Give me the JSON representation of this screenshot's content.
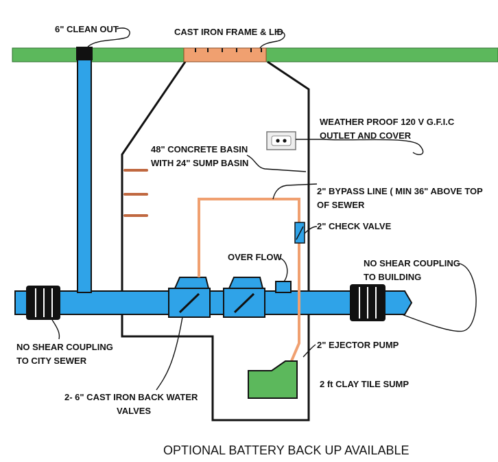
{
  "labels": {
    "clean_out": "6\" CLEAN OUT",
    "frame_lid": "CAST IRON FRAME & LID",
    "outlet_line1": "WEATHER PROOF 120 V G.F.I.C",
    "outlet_line2": "OUTLET AND COVER",
    "basin_line1": "48\" CONCRETE BASIN",
    "basin_line2": "WITH 24\" SUMP BASIN",
    "bypass_line1": "2\" BYPASS LINE ( MIN 36\" ABOVE TOP",
    "bypass_line2": "OF SEWER",
    "check_valve": "2\" CHECK VALVE",
    "overflow": "OVER FLOW",
    "coupling_building_line1": "NO SHEAR COUPLING",
    "coupling_building_line2": "TO BUILDING",
    "coupling_city_line1": "NO SHEAR COUPLING",
    "coupling_city_line2": "TO CITY SEWER",
    "ejector_pump": "2\" EJECTOR PUMP",
    "clay_sump": "2 ft CLAY TILE SUMP",
    "valves_line1": "2- 6\" CAST IRON BACK WATER",
    "valves_line2": "VALVES"
  },
  "caption": "OPTIONAL BATTERY BACK UP AVAILABLE",
  "colors": {
    "ground": "#5cb85c",
    "pipe": "#2fa3e8",
    "pipe_outline": "#111111",
    "frame": "#f0a070",
    "bypass": "#f0a070",
    "pump": "#5cb85c",
    "coupling": "#111111"
  }
}
